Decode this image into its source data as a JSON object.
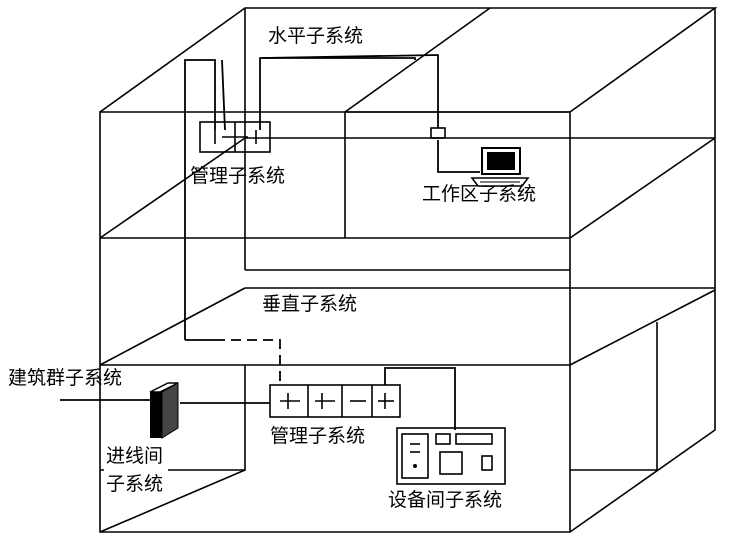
{
  "labels": {
    "horizontal": "水平子系统",
    "mgmt_top": "管理子系统",
    "work_area": "工作区子系统",
    "vertical": "垂直子系统",
    "campus": "建筑群子系统",
    "mgmt_bottom": "管理子系统",
    "entrance_line1": "进线间",
    "entrance_line2": "子系统",
    "equipment": "设备间子系统"
  },
  "colors": {
    "line": "#000000",
    "background": "#ffffff"
  },
  "icons": [
    "computer-icon",
    "patch-panel-icon",
    "equipment-cabinet-icon",
    "entrance-box-icon"
  ]
}
